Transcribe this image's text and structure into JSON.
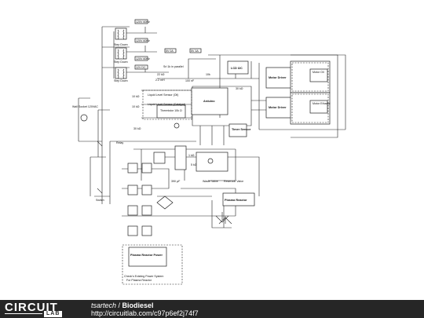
{
  "labels": {
    "v120a": "120V 60Hz",
    "v120b": "120V 60Hz",
    "v120c": "120V 60Hz",
    "v12dc": "12V DC",
    "v5a": "5V 0A",
    "v5b": "5V 3A",
    "step_down_1": "Step Down",
    "step_down_2": "Step Down",
    "step_down_3": "Step Down",
    "in_parallel": "Sri 1k in parallel",
    "r1": "22 kΩ",
    "r2": "2.2 mH",
    "r3": "100 nF",
    "r4": "10k",
    "r5": "10 kΩ",
    "r6": "10 kΩ",
    "r7": "30 kΩ",
    "r8": "1 kΩ",
    "r9": "5 kΩ",
    "r10": "30 kΩ",
    "lcd": "LCD I2C",
    "arduino": "Arduino",
    "motor_driver_1": "Motor Driver",
    "motor_driver_2": "Motor Driver",
    "motor_oil": "Motor Oil",
    "motor_2": "Motor Ethanol",
    "liquid_sensor_1": "Liquid Level Sensor (Oil)",
    "liquid_sensor_2": "Liquid Level Sensor (Catalyst)",
    "thermistor": "Thermistor 10k Ω",
    "timer": "Timer Sensor",
    "mains": "Wall Socket 120VAC",
    "waste_valve": "Waste Valve",
    "reservoir_valve": "Reservoir Valve",
    "cap": "390 µF",
    "plasma_reactor": "Plasma Reactor",
    "plasma_power": "Plasma Reactor Power",
    "note_line1": "Check's Existing Power System",
    "note_line2": "For Plasma Reactor",
    "switch": "Switch",
    "relay": "Relay"
  },
  "footer": {
    "logo_word": "CIRCUIT",
    "logo_lab": "LAB",
    "author": "tsartech",
    "separator": " / ",
    "project": "Biodiesel",
    "url": "http://circuitlab.com/c97p6ef2j74f7"
  }
}
